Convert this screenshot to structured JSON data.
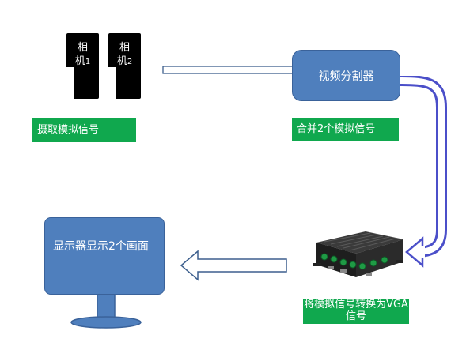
{
  "cameras": [
    {
      "line1": "相",
      "line2": "机",
      "sub": "1"
    },
    {
      "line1": "相",
      "line2": "机",
      "sub": "2"
    }
  ],
  "capture_label": "摄取模拟信号",
  "splitter_label": "视频分割器",
  "merge_label": "合并2个模拟信号",
  "monitor_label": "显示器显示2个画面",
  "converter_label": "将模拟信号转换为VGA信号",
  "colors": {
    "box_fill": "#4f7fbd",
    "box_stroke": "#3a629a",
    "label_green": "#10a84e",
    "arrow_blue": "#4b4fc9",
    "arrow_outline": "#3d5f8d"
  }
}
